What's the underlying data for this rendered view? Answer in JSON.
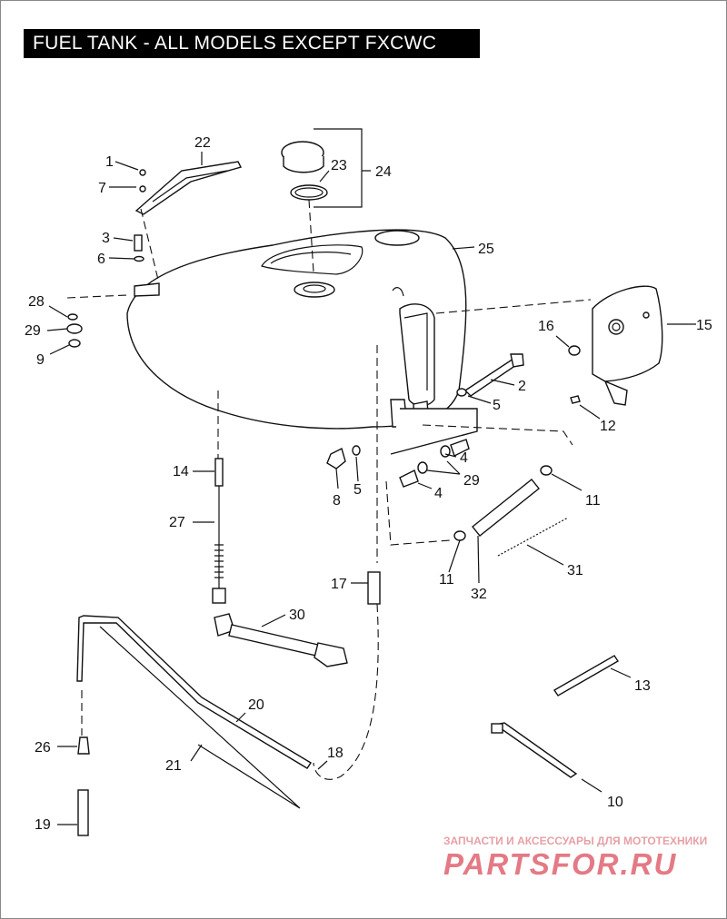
{
  "title": "FUEL TANK - ALL MODELS EXCEPT FXCWC",
  "callouts": [
    {
      "id": "c-1",
      "label": "1"
    },
    {
      "id": "c-7",
      "label": "7"
    },
    {
      "id": "c-22",
      "label": "22"
    },
    {
      "id": "c-23",
      "label": "23"
    },
    {
      "id": "c-24",
      "label": "24"
    },
    {
      "id": "c-3",
      "label": "3"
    },
    {
      "id": "c-6",
      "label": "6"
    },
    {
      "id": "c-25",
      "label": "25"
    },
    {
      "id": "c-28",
      "label": "28"
    },
    {
      "id": "c-29a",
      "label": "29"
    },
    {
      "id": "c-9",
      "label": "9"
    },
    {
      "id": "c-16",
      "label": "16"
    },
    {
      "id": "c-15",
      "label": "15"
    },
    {
      "id": "c-2",
      "label": "2"
    },
    {
      "id": "c-5a",
      "label": "5"
    },
    {
      "id": "c-12",
      "label": "12"
    },
    {
      "id": "c-4a",
      "label": "4"
    },
    {
      "id": "c-29b",
      "label": "29"
    },
    {
      "id": "c-4b",
      "label": "4"
    },
    {
      "id": "c-8",
      "label": "8"
    },
    {
      "id": "c-5b",
      "label": "5"
    },
    {
      "id": "c-14",
      "label": "14"
    },
    {
      "id": "c-11a",
      "label": "11"
    },
    {
      "id": "c-27",
      "label": "27"
    },
    {
      "id": "c-31",
      "label": "31"
    },
    {
      "id": "c-11b",
      "label": "11"
    },
    {
      "id": "c-32",
      "label": "32"
    },
    {
      "id": "c-17",
      "label": "17"
    },
    {
      "id": "c-30",
      "label": "30"
    },
    {
      "id": "c-13",
      "label": "13"
    },
    {
      "id": "c-20",
      "label": "20"
    },
    {
      "id": "c-26",
      "label": "26"
    },
    {
      "id": "c-21",
      "label": "21"
    },
    {
      "id": "c-18",
      "label": "18"
    },
    {
      "id": "c-10",
      "label": "10"
    },
    {
      "id": "c-19",
      "label": "19"
    }
  ],
  "watermark": {
    "tagline": "ЗАПЧАСТИ И АКСЕССУАРЫ ДЛЯ МОТОТЕХНИКИ",
    "brand": "PARTSFOR.RU"
  }
}
